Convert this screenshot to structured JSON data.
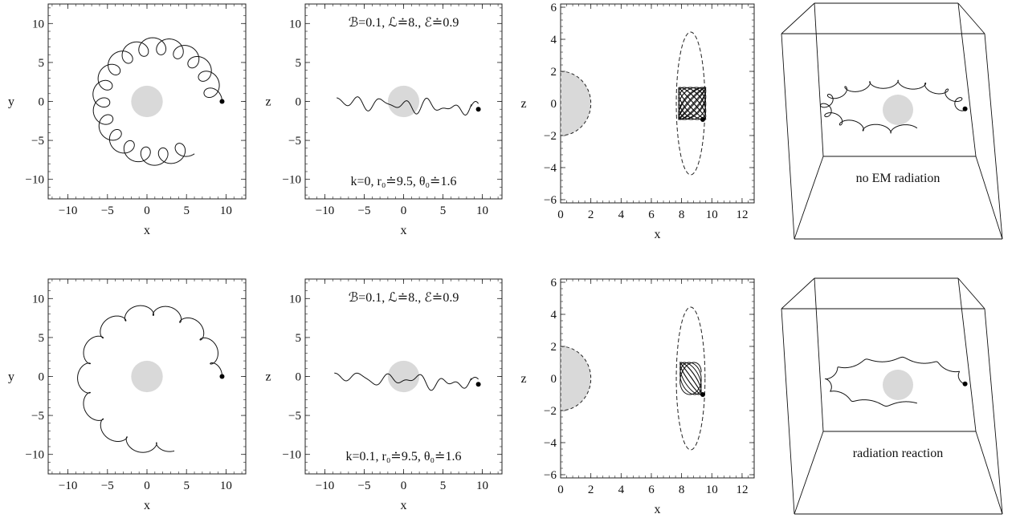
{
  "figure": {
    "rows": [
      {
        "xy": {
          "xlabel": "x",
          "ylabel": "y",
          "xlim": [
            -12.5,
            12.5
          ],
          "ylim": [
            -12.5,
            12.5
          ],
          "xticks": [
            "−10",
            "−5",
            "0",
            "5",
            "10"
          ],
          "yticks": [
            "−10",
            "−5",
            "0",
            "5",
            "10"
          ]
        },
        "xz": {
          "xlabel": "x",
          "ylabel": "z",
          "xlim": [
            -12.5,
            12.5
          ],
          "ylim": [
            -12.5,
            12.5
          ],
          "xticks": [
            "−10",
            "−5",
            "0",
            "5",
            "10"
          ],
          "yticks": [
            "−10",
            "−5",
            "0",
            "5",
            "10"
          ],
          "annotation_top": "ℬ=0.1, ℒ≐8., ℰ≐0.9",
          "annotation_bottom": "k=0, r₀≐9.5, θ₀≐1.6"
        },
        "rz": {
          "xlabel": "x",
          "ylabel": "z",
          "xlim": [
            0,
            12.8
          ],
          "ylim": [
            -6.2,
            6.2
          ],
          "xticks": [
            "0",
            "2",
            "4",
            "6",
            "8",
            "10",
            "12"
          ],
          "yticks": [
            "−6",
            "−4",
            "−2",
            "0",
            "2",
            "4",
            "6"
          ]
        },
        "box3d": {
          "label": "no EM radiation"
        }
      },
      {
        "xy": {
          "xlabel": "x",
          "ylabel": "y",
          "xlim": [
            -12.5,
            12.5
          ],
          "ylim": [
            -12.5,
            12.5
          ],
          "xticks": [
            "−10",
            "−5",
            "0",
            "5",
            "10"
          ],
          "yticks": [
            "−10",
            "−5",
            "0",
            "5",
            "10"
          ]
        },
        "xz": {
          "xlabel": "x",
          "ylabel": "z",
          "xlim": [
            -12.5,
            12.5
          ],
          "ylim": [
            -12.5,
            12.5
          ],
          "xticks": [
            "−10",
            "−5",
            "0",
            "5",
            "10"
          ],
          "yticks": [
            "−10",
            "−5",
            "0",
            "5",
            "10"
          ],
          "annotation_top": "ℬ=0.1, ℒ≐8., ℰ≐0.9",
          "annotation_bottom": "k=0.1, r₀≐9.5, θ₀≐1.6"
        },
        "rz": {
          "xlabel": "x",
          "ylabel": "z",
          "xlim": [
            0,
            12.8
          ],
          "ylim": [
            -6.2,
            6.2
          ],
          "xticks": [
            "0",
            "2",
            "4",
            "6",
            "8",
            "10",
            "12"
          ],
          "yticks": [
            "−6",
            "−4",
            "−2",
            "0",
            "2",
            "4",
            "6"
          ]
        },
        "box3d": {
          "label": "radiation reaction"
        }
      }
    ]
  },
  "chart_data": [
    {
      "type": "line",
      "panel": "row1-xy",
      "xlabel": "x",
      "ylabel": "y",
      "xlim": [
        -12.5,
        12.5
      ],
      "ylim": [
        -12.5,
        12.5
      ],
      "trajectory": {
        "start": [
          9.5,
          0
        ],
        "start_angle_deg": 0,
        "end_angle_deg": 305,
        "radius": 8.2,
        "loops": 16,
        "loop_radius": 1.1,
        "radial_scale": 1.0,
        "tail_bend": 0
      },
      "horizon": {
        "center": [
          0,
          0
        ],
        "radius": 2
      }
    },
    {
      "type": "line",
      "panel": "row1-xz",
      "xlabel": "x",
      "ylabel": "z",
      "xlim": [
        -12.5,
        12.5
      ],
      "ylim": [
        -12.5,
        12.5
      ],
      "trajectory": {
        "start": [
          9.5,
          -1
        ],
        "x_end": -8.5,
        "z_amplitude": 1.0,
        "z_cycles": 6
      },
      "horizon": {
        "center": [
          0,
          0
        ],
        "radius": 2
      },
      "annotations": [
        "ℬ=0.1, ℒ≐8., ℰ≐0.9",
        "k=0, r₀≐9.5, θ₀≐1.6"
      ]
    },
    {
      "type": "line",
      "panel": "row1-rz",
      "xlabel": "x",
      "ylabel": "z",
      "xlim": [
        0,
        12.8
      ],
      "ylim": [
        -6.2,
        6.2
      ],
      "trajectory": {
        "start": [
          9.4,
          -1
        ],
        "r_range": [
          7.8,
          9.6
        ],
        "z_range": [
          -1.0,
          1.0
        ],
        "oscillations": 14
      },
      "horizon_radius": 2,
      "boundary_ellipse": {
        "center": [
          8.6,
          0
        ],
        "rx": 0.95,
        "rz": 4.45
      }
    },
    {
      "type": "line",
      "panel": "row1-3d",
      "label": "no EM radiation"
    },
    {
      "type": "line",
      "panel": "row2-xy",
      "xlabel": "x",
      "ylabel": "y",
      "xlim": [
        -12.5,
        12.5
      ],
      "ylim": [
        -12.5,
        12.5
      ],
      "trajectory": {
        "start": [
          9.5,
          0
        ],
        "start_angle_deg": 0,
        "end_angle_deg": 285,
        "radius": 8.6,
        "loops": 11,
        "loop_radius": 0.7,
        "radial_scale": 1.0,
        "tail_bend": 0.15
      },
      "horizon": {
        "center": [
          0,
          0
        ],
        "radius": 2
      }
    },
    {
      "type": "line",
      "panel": "row2-xz",
      "xlabel": "x",
      "ylabel": "z",
      "xlim": [
        -12.5,
        12.5
      ],
      "ylim": [
        -12.5,
        12.5
      ],
      "trajectory": {
        "start": [
          9.5,
          -1
        ],
        "x_end": -8.8,
        "z_amplitude": 0.9,
        "z_cycles": 5
      },
      "horizon": {
        "center": [
          0,
          0
        ],
        "radius": 2
      },
      "annotations": [
        "ℬ=0.1, ℒ≐8., ℰ≐0.9",
        "k=0.1, r₀≐9.5, θ₀≐1.6"
      ]
    },
    {
      "type": "line",
      "panel": "row2-rz",
      "xlabel": "x",
      "ylabel": "z",
      "xlim": [
        0,
        12.8
      ],
      "ylim": [
        -6.2,
        6.2
      ],
      "trajectory": {
        "start": [
          9.4,
          -1
        ],
        "r_range": [
          7.9,
          9.3
        ],
        "z_range": [
          -1.0,
          1.0
        ],
        "oscillations": 6
      },
      "horizon_radius": 2,
      "boundary_ellipse": {
        "center": [
          8.6,
          0
        ],
        "rx": 0.95,
        "rz": 4.45
      }
    },
    {
      "type": "line",
      "panel": "row2-3d",
      "label": "radiation reaction"
    }
  ]
}
